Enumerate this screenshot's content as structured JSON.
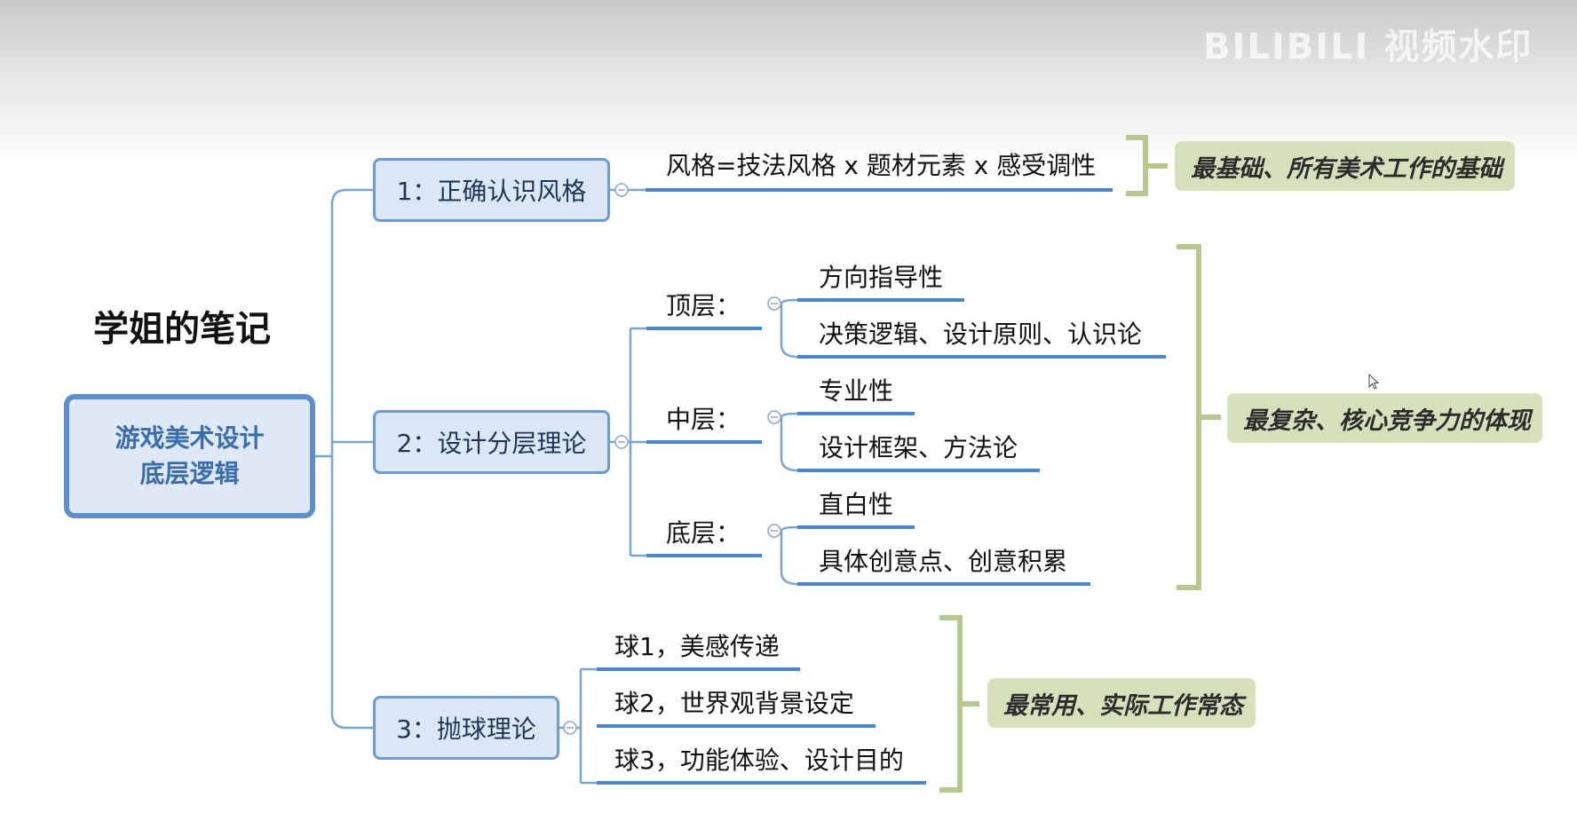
{
  "watermark": "BILIBILI 视频水印",
  "page_title": "学姐的笔记",
  "root": {
    "line1": "游戏美术设计",
    "line2": "底层逻辑"
  },
  "branches": [
    {
      "label": "1：正确认识风格",
      "children": [
        "风格=技法风格 x 题材元素 x 感受调性"
      ],
      "summary": "最基础、所有美术工作的基础"
    },
    {
      "label": "2：设计分层理论",
      "layers": [
        {
          "label": "顶层：",
          "items": [
            "方向指导性",
            "决策逻辑、设计原则、认识论"
          ]
        },
        {
          "label": "中层：",
          "items": [
            "专业性",
            "设计框架、方法论"
          ]
        },
        {
          "label": "底层：",
          "items": [
            "直白性",
            "具体创意点、创意积累"
          ]
        }
      ],
      "summary": "最复杂、核心竞争力的体现"
    },
    {
      "label": "3：抛球理论",
      "children": [
        "球1，美感传递",
        "球2，世界观背景设定",
        "球3，功能体验、设计目的"
      ],
      "summary": "最常用、实际工作常态"
    }
  ],
  "colors": {
    "connector": "#7aa3d6",
    "underline": "#4a86d0",
    "bracket": "#b7c88f",
    "summary_bg": "#d6e1bc"
  },
  "icons": {
    "collapse": "collapse-circle-icon",
    "cursor": "mouse-cursor-icon"
  }
}
